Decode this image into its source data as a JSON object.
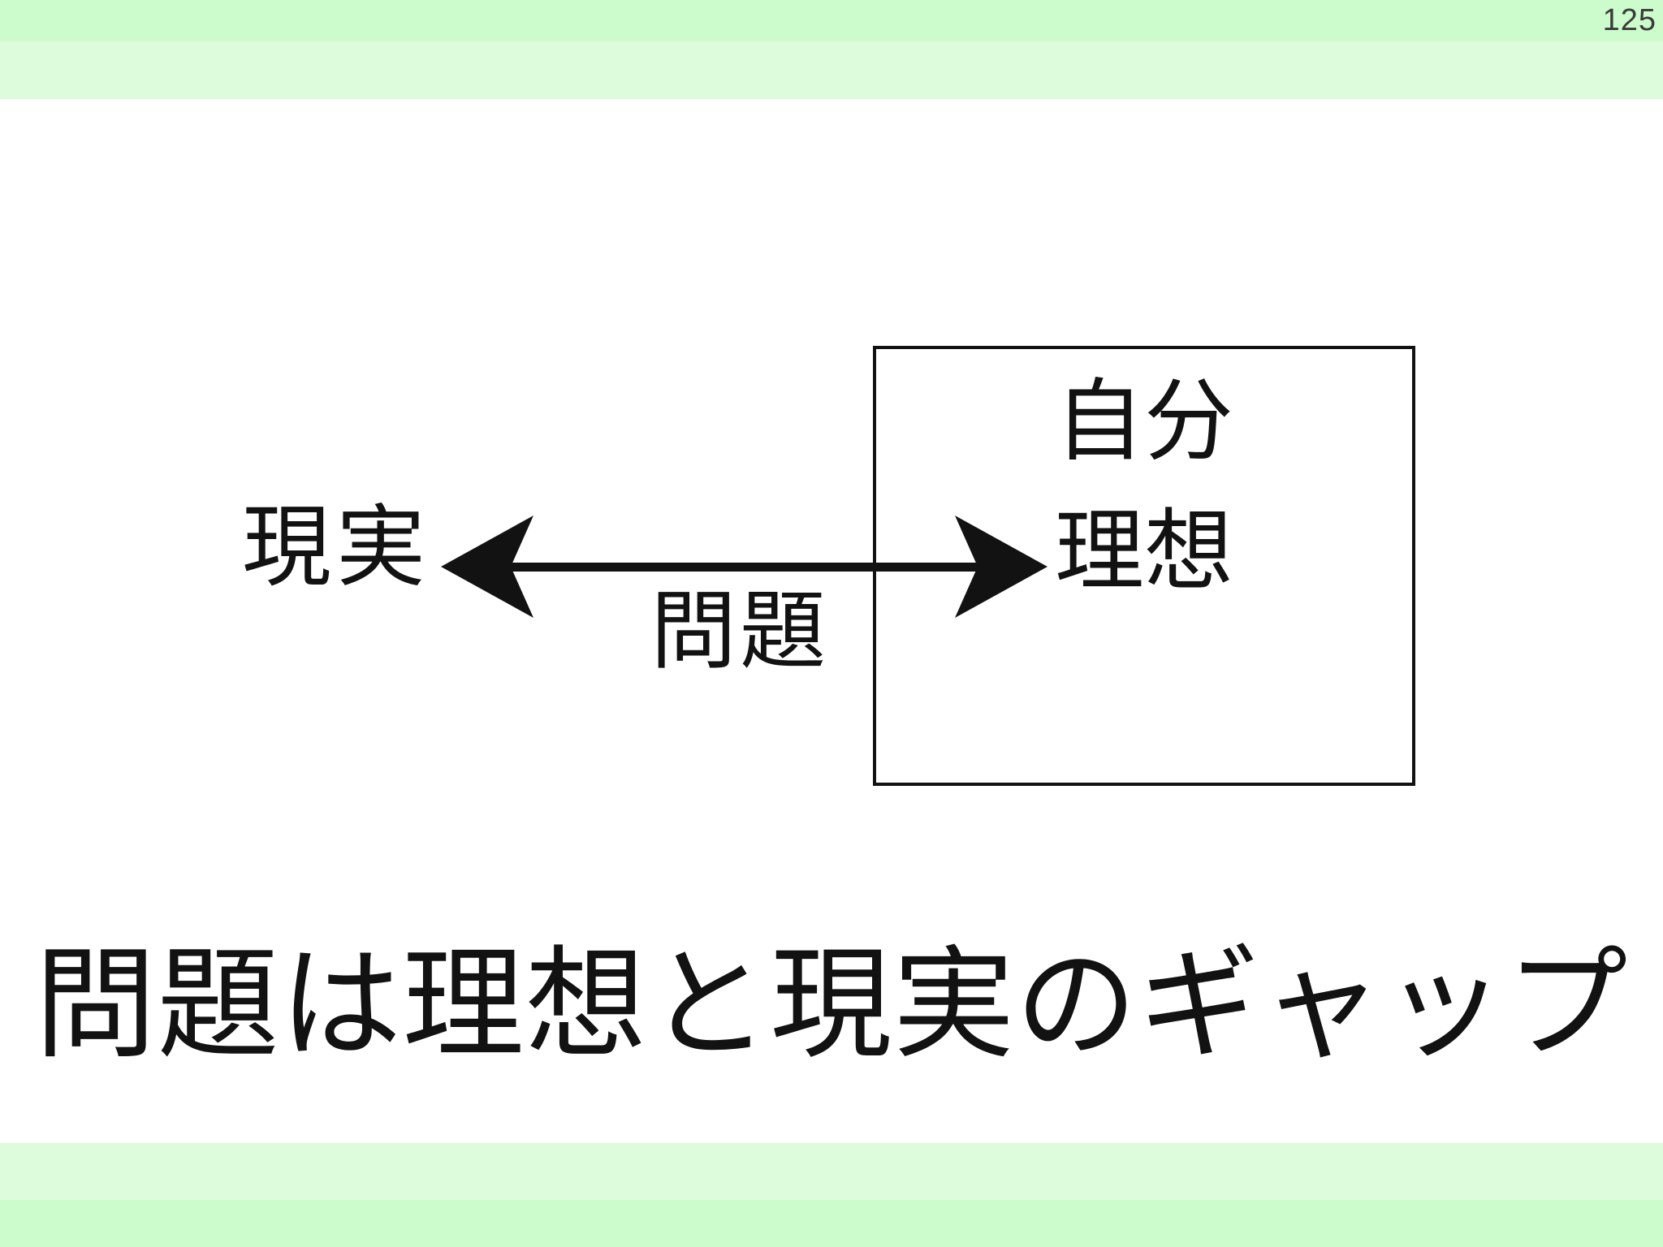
{
  "page": {
    "number": "125"
  },
  "colors": {
    "band-outer": "#ccfccb",
    "band-inner": "#ddfcdc",
    "ink": "#121212",
    "page-number": "#3a3a3a"
  },
  "diagram": {
    "box_line1": "自分",
    "box_line2": "理想",
    "reality_label": "現実",
    "problem_label": "問題"
  },
  "headline": {
    "text": "問題は理想と現実のギャップ"
  }
}
